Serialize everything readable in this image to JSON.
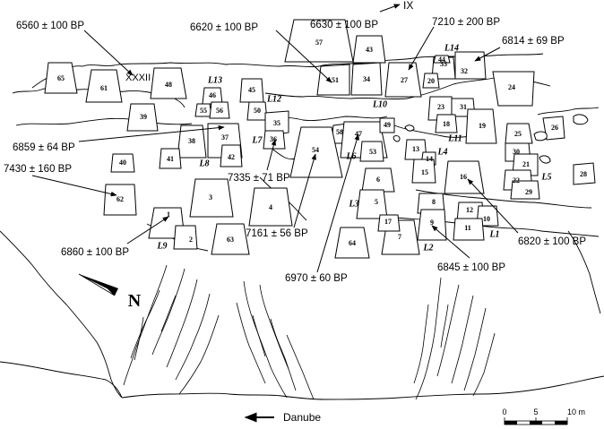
{
  "houses": [
    {
      "id": "57",
      "label": "57"
    },
    {
      "id": "43",
      "label": "43"
    },
    {
      "id": "51",
      "label": "51"
    },
    {
      "id": "34",
      "label": "34"
    },
    {
      "id": "27",
      "label": "27"
    },
    {
      "id": "33",
      "label": "33"
    },
    {
      "id": "32",
      "label": "32"
    },
    {
      "id": "20",
      "label": "20"
    },
    {
      "id": "24",
      "label": "24"
    },
    {
      "id": "65",
      "label": "65"
    },
    {
      "id": "61",
      "label": "61"
    },
    {
      "id": "48",
      "label": "48"
    },
    {
      "id": "46",
      "label": "46"
    },
    {
      "id": "55",
      "label": "55"
    },
    {
      "id": "56",
      "label": "56"
    },
    {
      "id": "45",
      "label": "45"
    },
    {
      "id": "50",
      "label": "50"
    },
    {
      "id": "35",
      "label": "35"
    },
    {
      "id": "39",
      "label": "39"
    },
    {
      "id": "38",
      "label": "38"
    },
    {
      "id": "37",
      "label": "37"
    },
    {
      "id": "41",
      "label": "41"
    },
    {
      "id": "42",
      "label": "42"
    },
    {
      "id": "36",
      "label": "36"
    },
    {
      "id": "23",
      "label": "23"
    },
    {
      "id": "31",
      "label": "31"
    },
    {
      "id": "18",
      "label": "18"
    },
    {
      "id": "19",
      "label": "19"
    },
    {
      "id": "25",
      "label": "25"
    },
    {
      "id": "26",
      "label": "26"
    },
    {
      "id": "58",
      "label": "58"
    },
    {
      "id": "47",
      "label": "47"
    },
    {
      "id": "53",
      "label": "53"
    },
    {
      "id": "49",
      "label": "49"
    },
    {
      "id": "54",
      "label": "54"
    },
    {
      "id": "13",
      "label": "13"
    },
    {
      "id": "14",
      "label": "14"
    },
    {
      "id": "15",
      "label": "15"
    },
    {
      "id": "30",
      "label": "30"
    },
    {
      "id": "21",
      "label": "21"
    },
    {
      "id": "22",
      "label": "22"
    },
    {
      "id": "29",
      "label": "29"
    },
    {
      "id": "28",
      "label": "28"
    },
    {
      "id": "40",
      "label": "40"
    },
    {
      "id": "62",
      "label": "62"
    },
    {
      "id": "3",
      "label": "3"
    },
    {
      "id": "4",
      "label": "4"
    },
    {
      "id": "6",
      "label": "6"
    },
    {
      "id": "5",
      "label": "5"
    },
    {
      "id": "16",
      "label": "16"
    },
    {
      "id": "8",
      "label": "8"
    },
    {
      "id": "9",
      "label": "9"
    },
    {
      "id": "12",
      "label": "12"
    },
    {
      "id": "10",
      "label": "10"
    },
    {
      "id": "11",
      "label": "11"
    },
    {
      "id": "1",
      "label": "1"
    },
    {
      "id": "2",
      "label": "2"
    },
    {
      "id": "63",
      "label": "63"
    },
    {
      "id": "64",
      "label": "64"
    },
    {
      "id": "7",
      "label": "7"
    },
    {
      "id": "17",
      "label": "17"
    },
    {
      "id": "44",
      "label": "44"
    }
  ],
  "roman_labels": {
    "L14": "L14",
    "L13": "L13",
    "L12": "L12",
    "L10": "L10",
    "L11": "L11",
    "L7": "L7",
    "L8": "L8",
    "L6": "L6",
    "L4": "L4",
    "L5": "L5",
    "L3": "L3",
    "L2": "L2",
    "L1": "L1",
    "L9": "L9"
  },
  "dates": {
    "d6560": "6560 ± 100 BP",
    "d6620": "6620 ± 100 BP",
    "d6630": "6630 ± 100 BP",
    "d7210": "7210 ± 200 BP",
    "d6814": "6814 ± 69 BP",
    "d6859": "6859 ± 64 BP",
    "d7335": "7335 ± 71 BP",
    "d7430": "7430 ± 160 BP",
    "d7161": "7161 ± 56 BP",
    "d6820": "6820 ± 100 BP",
    "d6860": "6860 ± 100 BP",
    "d6970": "6970 ± 60 BP",
    "d6845": "6845 ± 100 BP"
  },
  "markers": {
    "xxxii": "XXXII",
    "ix": "IX",
    "north": "N",
    "river": "Danube"
  },
  "scale": {
    "tick0": "0",
    "tick5": "5",
    "tick10": "10 m"
  }
}
